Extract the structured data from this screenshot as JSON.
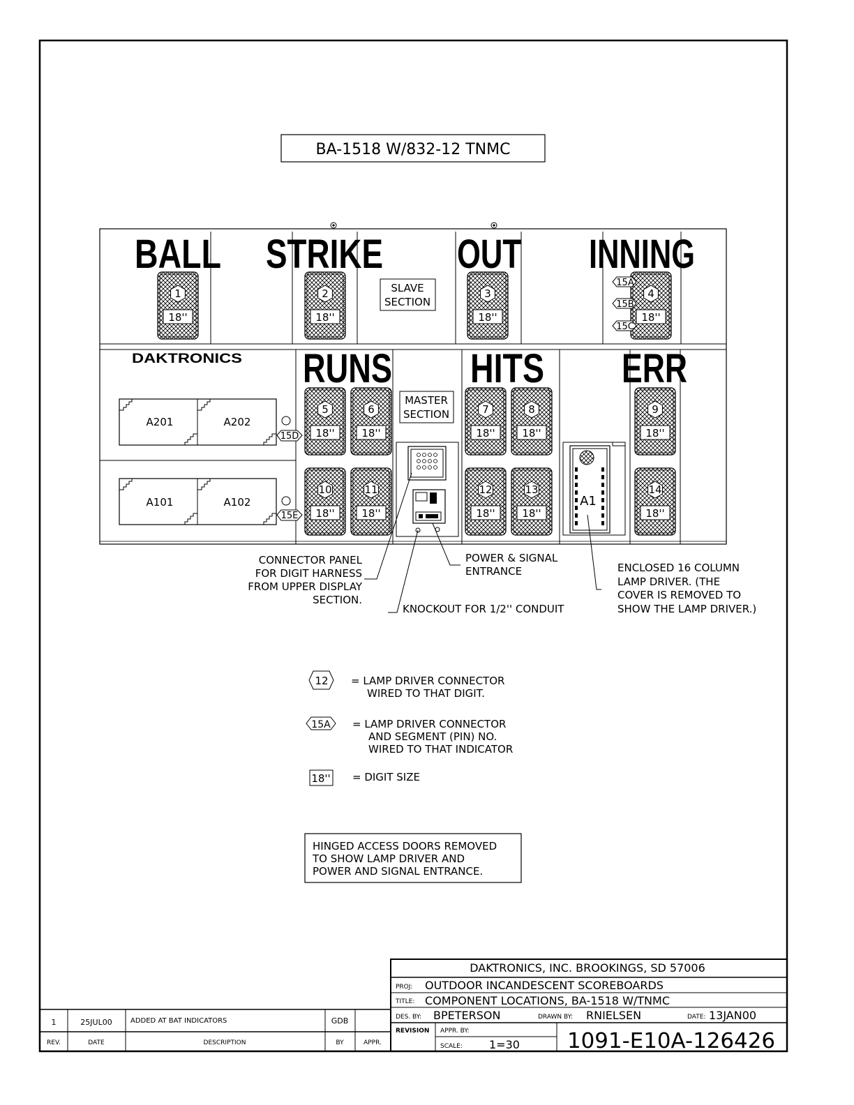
{
  "drawing_title": "BA-1518 W/832-12 TNMC",
  "brand": "DAKTRONICS",
  "captions": {
    "ball": "BALL",
    "strike": "STRIKE",
    "out": "OUT",
    "inning": "INNING",
    "runs": "RUNS",
    "hits": "HITS",
    "err": "ERR"
  },
  "digit_size": "18''",
  "digits": [
    {
      "id": "d1",
      "number": "1"
    },
    {
      "id": "d2",
      "number": "2"
    },
    {
      "id": "d3",
      "number": "3"
    },
    {
      "id": "d4",
      "number": "4"
    },
    {
      "id": "d5",
      "number": "5"
    },
    {
      "id": "d6",
      "number": "6"
    },
    {
      "id": "d7",
      "number": "7"
    },
    {
      "id": "d8",
      "number": "8"
    },
    {
      "id": "d9",
      "number": "9"
    },
    {
      "id": "d10",
      "number": "10"
    },
    {
      "id": "d11",
      "number": "11"
    },
    {
      "id": "d12",
      "number": "12"
    },
    {
      "id": "d13",
      "number": "13"
    },
    {
      "id": "d14",
      "number": "14"
    }
  ],
  "inning_connectors": [
    "15A",
    "15B",
    "15C"
  ],
  "indicator_connectors": {
    "upper": "15D",
    "lower": "15E"
  },
  "sections": {
    "slave": [
      "SLAVE",
      "SECTION"
    ],
    "master": [
      "MASTER",
      "SECTION"
    ]
  },
  "modules": {
    "a201": "A201",
    "a202": "A202",
    "a101": "A101",
    "a102": "A102",
    "a1": "A1"
  },
  "callouts": {
    "connector_panel": [
      "CONNECTOR PANEL",
      "FOR DIGIT HARNESS",
      "FROM UPPER DISPLAY",
      "SECTION."
    ],
    "power_signal": [
      "POWER & SIGNAL",
      "ENTRANCE"
    ],
    "knockout": "KNOCKOUT FOR 1/2'' CONDUIT",
    "lamp_driver": [
      "ENCLOSED 16 COLUMN",
      "LAMP DRIVER.  (THE",
      "COVER IS REMOVED TO",
      "SHOW THE LAMP DRIVER.)"
    ]
  },
  "legend": [
    {
      "symbol": "12",
      "lines": [
        "=  LAMP DRIVER CONNECTOR",
        "WIRED TO THAT DIGIT."
      ]
    },
    {
      "symbol": "15A",
      "lines": [
        "=  LAMP DRIVER CONNECTOR",
        "AND SEGMENT (PIN) NO.",
        "WIRED TO THAT INDICATOR"
      ]
    },
    {
      "symbol": "18''",
      "lines": [
        "=  DIGIT SIZE"
      ]
    }
  ],
  "note": [
    "HINGED ACCESS DOORS REMOVED",
    "TO SHOW LAMP DRIVER AND",
    "POWER AND SIGNAL ENTRANCE."
  ],
  "title_block": {
    "company": "DAKTRONICS, INC.   BROOKINGS, SD 57006",
    "proj_label": "PROJ:",
    "proj": "OUTDOOR INCANDESCENT SCOREBOARDS",
    "title_label": "TITLE:",
    "title": "COMPONENT LOCATIONS, BA-1518 W/TNMC",
    "des_label": "DES. BY:",
    "des": "BPETERSON",
    "drawn_label": "DRAWN BY:",
    "drawn": "RNIELSEN",
    "date_label": "DATE:",
    "date": "13JAN00",
    "revision_label": "REVISION",
    "appr_label": "APPR. BY:",
    "scale_label": "SCALE:",
    "scale": "1=30",
    "drawing_number": "1091-E10A-126426"
  },
  "revision_table": {
    "headers": [
      "REV.",
      "DATE",
      "DESCRIPTION",
      "BY",
      "APPR."
    ],
    "rows": [
      {
        "rev": "1",
        "date": "25JUL00",
        "description": "ADDED AT BAT INDICATORS",
        "by": "GDB",
        "appr": ""
      }
    ]
  }
}
